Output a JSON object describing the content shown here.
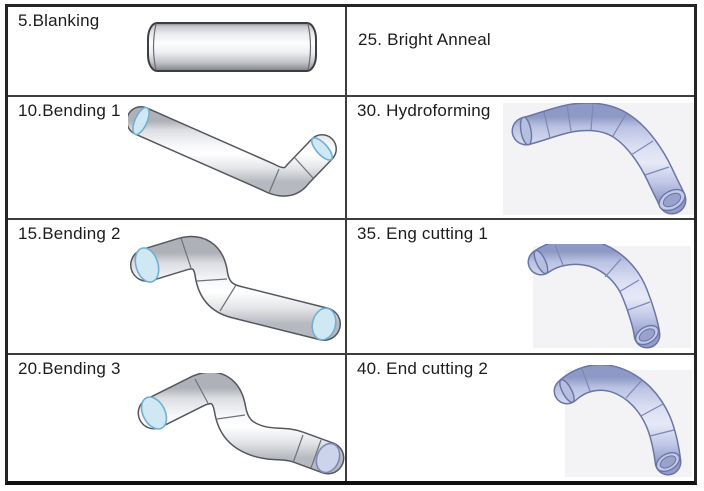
{
  "figure": {
    "kind": "manufacturing-process-plan-table",
    "columns": 2,
    "rows": 4
  },
  "cells": [
    {
      "label": "5.Blanking",
      "illustration": "straight-tube"
    },
    {
      "label": "25. Bright Anneal",
      "illustration": "none"
    },
    {
      "label": "10.Bending 1",
      "illustration": "tube-one-bend"
    },
    {
      "label": "30. Hydroforming",
      "illustration": "hydroformed-tube"
    },
    {
      "label": "15.Bending 2",
      "illustration": "tube-two-bends"
    },
    {
      "label": "35. Eng cutting 1",
      "illustration": "cut-tube-arc"
    },
    {
      "label": "20.Bending 3",
      "illustration": "tube-three-bends"
    },
    {
      "label": "40. End cutting 2",
      "illustration": "cut-tube-arc"
    }
  ],
  "colors": {
    "table_border": "#242424",
    "inner_line": "#3d3d3d",
    "text": "#1c1c1c",
    "steel_outline": "#54575d",
    "steel_highlight": "#ffffff",
    "steel_shade": "#b6b9bf",
    "blue_tube": "#c7cde9",
    "blue_outline": "#6a75a6",
    "end_cap_blue": "#cfe8f4",
    "end_cap_edge": "#6fb0d2",
    "cad_backdrop": "#f3f3f5"
  }
}
